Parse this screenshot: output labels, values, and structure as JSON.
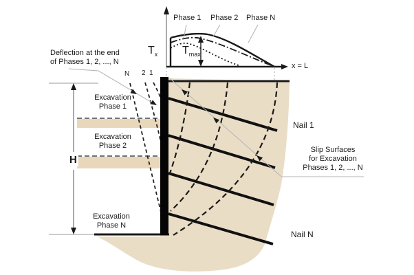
{
  "colors": {
    "soil": "#eaddc6",
    "soil_strip": "#e8d7ba",
    "line": "#1a1a1a",
    "leader": "#b0b0b0"
  },
  "chart": {
    "phase1": "Phase 1",
    "phase2": "Phase 2",
    "phaseN": "Phase N",
    "t_letter": "T",
    "t_x_sub": "x",
    "t_max_letter": "T",
    "t_max_sub": "max",
    "x_axis_label": "x = L"
  },
  "left": {
    "deflection_line1": "Deflection at the end",
    "deflection_line2": "of Phases 1, 2, ..., N",
    "curve_label_n": "N",
    "curve_label_2": "2",
    "curve_label_1": "1",
    "h_label": "H",
    "exc1_line1": "Excavation",
    "exc1_line2": "Phase 1",
    "exc2_line1": "Excavation",
    "exc2_line2": "Phase 2",
    "excN_line1": "Excavation",
    "excN_line2": "Phase N"
  },
  "right": {
    "nail1": "Nail 1",
    "nailN": "Nail N",
    "slip_line1": "Slip Surfaces",
    "slip_line2": "for Excavation",
    "slip_line3": "Phases 1, 2, ..., N"
  }
}
